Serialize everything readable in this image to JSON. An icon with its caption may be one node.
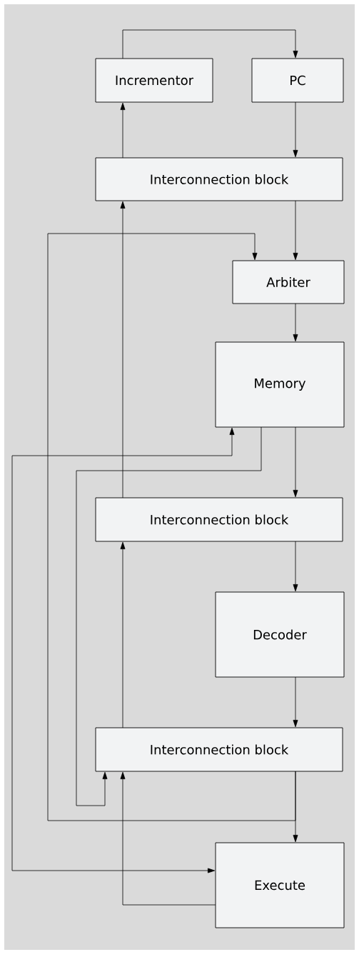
{
  "diagram": {
    "nodes": [
      {
        "text": [
          "Incrementor"
        ]
      },
      {
        "text": [
          "PC"
        ]
      },
      {
        "text": [
          "Interconnection block"
        ]
      },
      {
        "text": [
          "Arbiter"
        ]
      },
      {
        "text": [
          "Memory"
        ]
      },
      {
        "text": [
          "Interconnection block"
        ]
      },
      {
        "text": [
          "Decoder"
        ]
      },
      {
        "text": [
          "Interconnection block"
        ]
      },
      {
        "text": [
          "Execute"
        ]
      }
    ],
    "edges": [
      {
        "from": 0,
        "to": 1,
        "arrow": "to"
      },
      {
        "from": 1,
        "to": 2,
        "arrow": "to"
      },
      {
        "from": 2,
        "to": 0,
        "arrow": "to"
      },
      {
        "from": 2,
        "to": 3,
        "arrow": "to"
      },
      {
        "from": 3,
        "to": 4,
        "arrow": "to"
      },
      {
        "from": 4,
        "to": 5,
        "arrow": "to"
      },
      {
        "from": 5,
        "to": 2,
        "arrow": "to"
      },
      {
        "from": 5,
        "to": 6,
        "arrow": "to"
      },
      {
        "from": 6,
        "to": 7,
        "arrow": "to"
      },
      {
        "from": 7,
        "to": 5,
        "arrow": "to"
      },
      {
        "from": 7,
        "to": 8,
        "arrow": "to"
      },
      {
        "from": 7,
        "to": 3,
        "arrow": "to"
      },
      {
        "from": 4,
        "to": 7,
        "arrow": "to"
      },
      {
        "from": 4,
        "to": 8,
        "arrow": "both"
      },
      {
        "from": 8,
        "to": 7,
        "arrow": "to"
      }
    ]
  }
}
